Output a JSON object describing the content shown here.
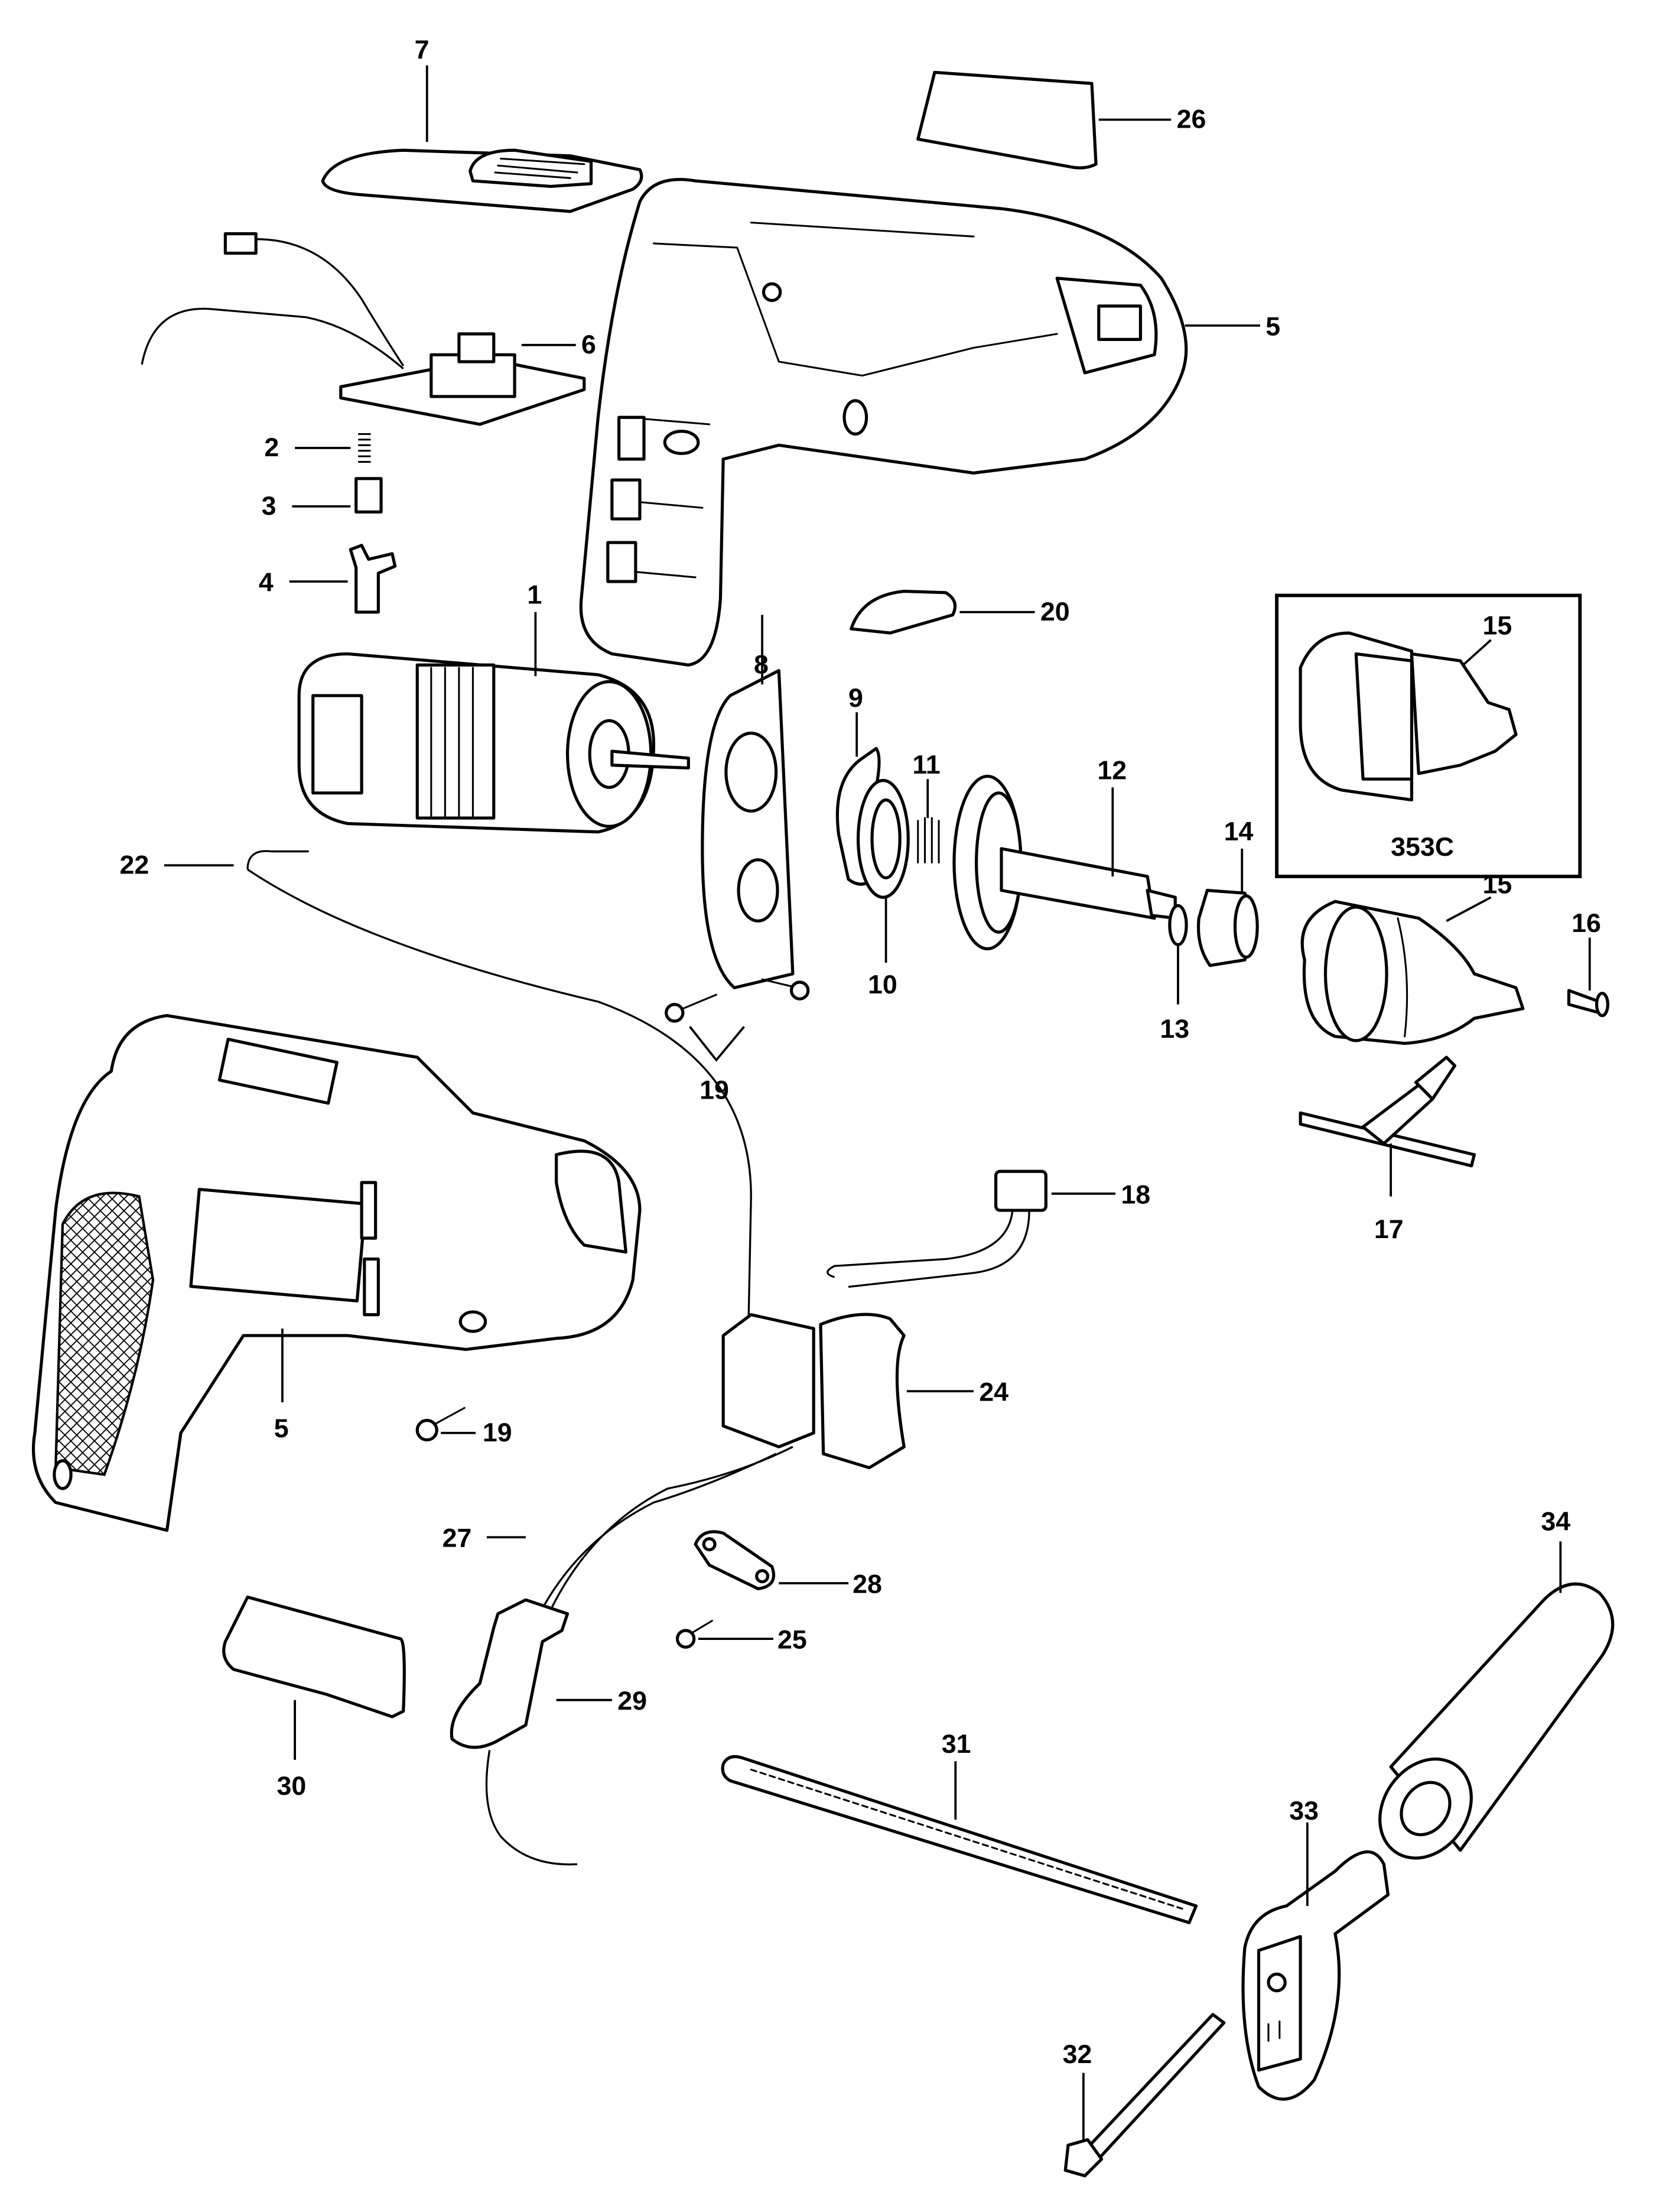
{
  "diagram": {
    "title": "Drill exploded parts diagram",
    "inset_label": "353C",
    "parts": [
      {
        "id": "p1",
        "label": "1",
        "name": "Motor / armature and field assembly"
      },
      {
        "id": "p2",
        "label": "2",
        "name": "Brush spring"
      },
      {
        "id": "p3",
        "label": "3",
        "name": "Carbon brush"
      },
      {
        "id": "p4",
        "label": "4",
        "name": "Brush holder"
      },
      {
        "id": "p5a",
        "label": "5",
        "name": "Housing half (inner view)"
      },
      {
        "id": "p5b",
        "label": "5",
        "name": "Housing half (outer view)"
      },
      {
        "id": "p6",
        "label": "6",
        "name": "Electronic control board"
      },
      {
        "id": "p7",
        "label": "7",
        "name": "Selector slide / cover"
      },
      {
        "id": "p8",
        "label": "8",
        "name": "Bearing plate / gear case"
      },
      {
        "id": "p9",
        "label": "9",
        "name": "Retaining plate"
      },
      {
        "id": "p10",
        "label": "10",
        "name": "Bearing"
      },
      {
        "id": "p11",
        "label": "11",
        "name": "Spring"
      },
      {
        "id": "p12",
        "label": "12",
        "name": "Spindle with gear"
      },
      {
        "id": "p13",
        "label": "13",
        "name": "Washer"
      },
      {
        "id": "p14",
        "label": "14",
        "name": "Spindle bushing"
      },
      {
        "id": "p15a",
        "label": "15",
        "name": "Keyless chuck (353C)"
      },
      {
        "id": "p15b",
        "label": "15",
        "name": "Keyed chuck"
      },
      {
        "id": "p16",
        "label": "16",
        "name": "Chuck screw"
      },
      {
        "id": "p17",
        "label": "17",
        "name": "Chuck key"
      },
      {
        "id": "p18",
        "label": "18",
        "name": "Connector / terminal"
      },
      {
        "id": "p19a",
        "label": "19",
        "name": "Screws (bearing plate)"
      },
      {
        "id": "p19b",
        "label": "19",
        "name": "Housing screw"
      },
      {
        "id": "p20",
        "label": "20",
        "name": "Hammer/drill selector button"
      },
      {
        "id": "p22",
        "label": "22",
        "name": "Ground wire"
      },
      {
        "id": "p24",
        "label": "24",
        "name": "Switch with trigger"
      },
      {
        "id": "p25",
        "label": "25",
        "name": "Clamp screw"
      },
      {
        "id": "p26",
        "label": "26",
        "name": "Nameplate"
      },
      {
        "id": "p27",
        "label": "27",
        "name": "Power cord"
      },
      {
        "id": "p28",
        "label": "28",
        "name": "Cord clamp"
      },
      {
        "id": "p29",
        "label": "29",
        "name": "Cord protector"
      },
      {
        "id": "p30",
        "label": "30",
        "name": "Label"
      },
      {
        "id": "p31",
        "label": "31",
        "name": "Depth rod"
      },
      {
        "id": "p32",
        "label": "32",
        "name": "Side handle bolt"
      },
      {
        "id": "p33",
        "label": "33",
        "name": "Side handle clamp"
      },
      {
        "id": "p34",
        "label": "34",
        "name": "Side handle grip"
      }
    ]
  }
}
